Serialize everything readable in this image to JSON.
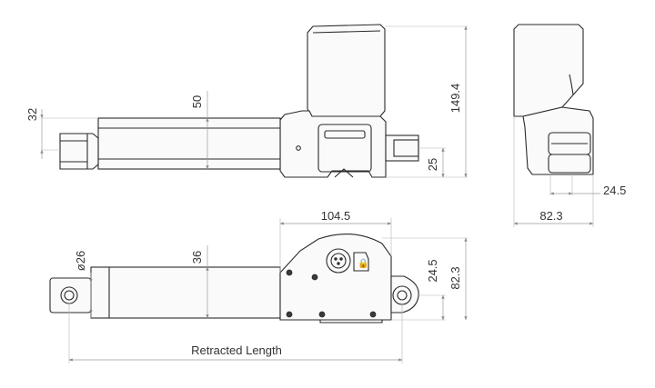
{
  "labels": {
    "d32": "32",
    "d50": "50",
    "d149_4": "149.4",
    "d25": "25",
    "d24_5_side": "24.5",
    "d82_3_side": "82.3",
    "d104_5": "104.5",
    "d26": "ø26",
    "d36": "36",
    "d24_5_bottom": "24.5",
    "d82_3_bottom": "82.3",
    "retracted": "Retracted Length"
  }
}
